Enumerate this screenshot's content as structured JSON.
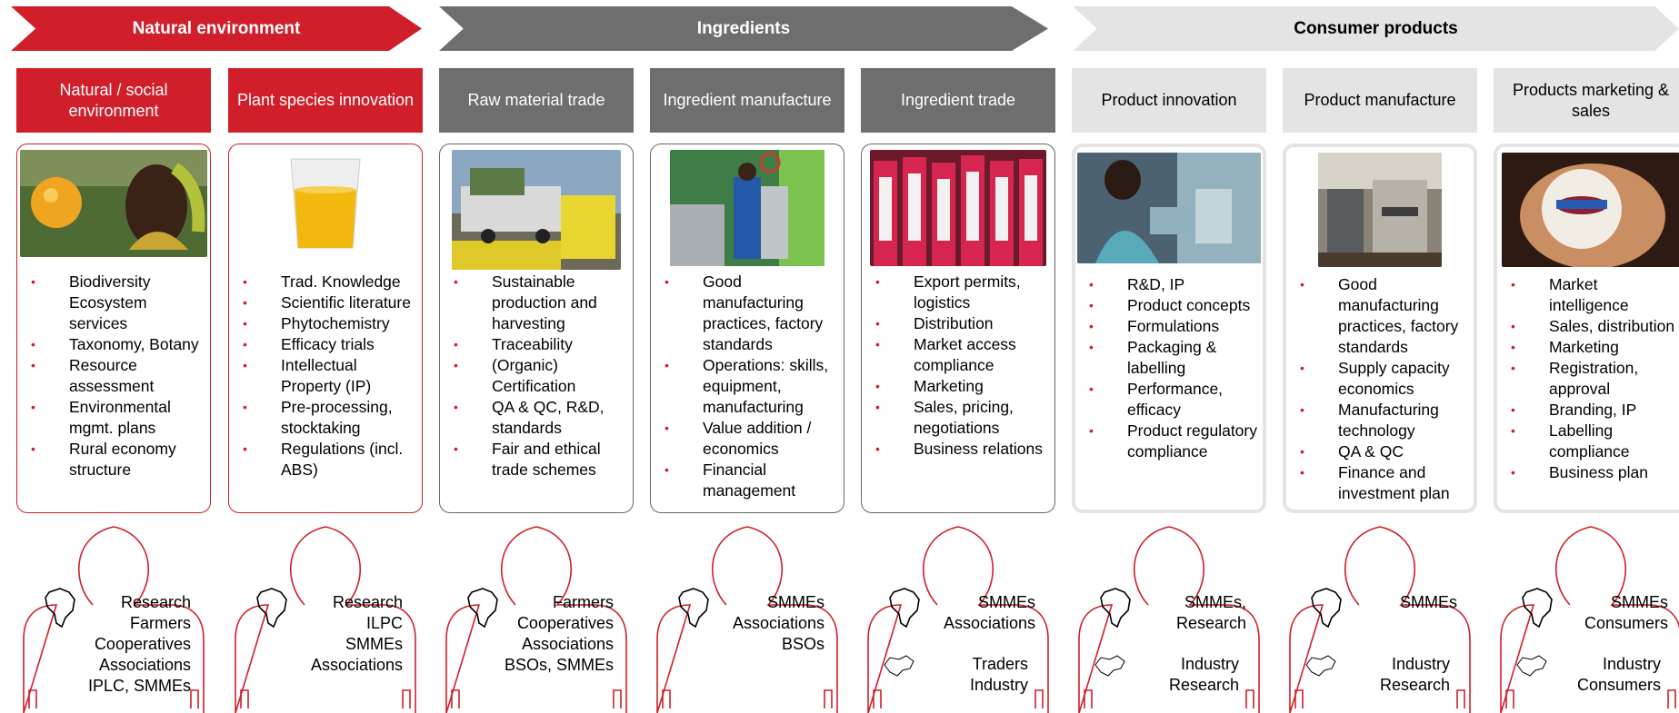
{
  "stages": [
    {
      "label": "Natural environment",
      "color": "#d01f2a"
    },
    {
      "label": "Ingredients",
      "color": "#6e6e6e"
    },
    {
      "label": "Consumer products",
      "color": "#e4e4e4"
    }
  ],
  "columns": [
    {
      "title": "Natural / social environment",
      "style": "red",
      "image": "woman-with-fruit",
      "items": [
        "Biodiversity Ecosystem services",
        "Taxonomy, Botany",
        "Resource assessment",
        "Environmental mgmt. plans",
        "Rural economy structure"
      ],
      "actors_africa": [
        "Research",
        "Farmers",
        "Cooperatives",
        "Associations",
        "IPLC, SMMEs"
      ],
      "actors_europe": []
    },
    {
      "title": "Plant species innovation",
      "style": "red",
      "image": "oil-cup",
      "items": [
        "Trad. Knowledge",
        "Scientific literature",
        "Phytochemistry",
        "Efficacy trials",
        "Intellectual Property (IP)",
        "Pre-processing, stocktaking",
        "Regulations (incl. ABS)"
      ],
      "actors_africa": [
        "Research",
        "ILPC",
        "SMMEs",
        "Associations"
      ],
      "actors_europe": []
    },
    {
      "title": "Raw material trade",
      "style": "grey",
      "image": "truck-crates",
      "items": [
        "Sustainable production and harvesting",
        "Traceability",
        "(Organic) Certification",
        "QA & QC, R&D, standards",
        "Fair and ethical trade schemes"
      ],
      "actors_africa": [
        "Farmers",
        "Cooperatives",
        "Associations",
        "BSOs, SMMEs"
      ],
      "actors_europe": []
    },
    {
      "title": "Ingredient manufacture",
      "style": "grey",
      "image": "factory-worker",
      "items": [
        "Good manufacturing practices, factory standards",
        "Operations: skills, equipment, manufacturing",
        "Value addition / economics",
        "Financial management"
      ],
      "actors_africa": [
        "SMMEs",
        "Associations",
        "BSOs"
      ],
      "actors_europe": []
    },
    {
      "title": "Ingredient trade",
      "style": "grey",
      "image": "binders",
      "items": [
        "Export permits, logistics",
        "Distribution",
        "Market access compliance",
        "Marketing",
        "Sales, pricing, negotiations",
        "Business relations"
      ],
      "actors_africa": [
        "SMMEs",
        "Associations"
      ],
      "actors_europe": [
        "Traders",
        "Industry"
      ]
    },
    {
      "title": "Product innovation",
      "style": "light",
      "image": "lab-researcher",
      "items": [
        "R&D, IP",
        "Product concepts",
        "Formulations",
        "Packaging & labelling",
        "Performance, efficacy",
        "Product regulatory compliance"
      ],
      "actors_africa": [
        "SMMEs,",
        "Research"
      ],
      "actors_europe": [
        "Industry",
        "Research"
      ]
    },
    {
      "title": "Product manufacture",
      "style": "light",
      "image": "production-line",
      "items": [
        "Good manufacturing practices, factory standards",
        "Supply capacity economics",
        "Manufacturing technology",
        "QA & QC",
        "Finance and investment plan"
      ],
      "actors_africa": [
        "SMMEs"
      ],
      "actors_europe": [
        "Industry",
        "Research"
      ]
    },
    {
      "title": "Products marketing & sales",
      "style": "light",
      "image": "product-jar",
      "items": [
        "Market intelligence",
        "Sales, distribution",
        "Marketing",
        "Registration, approval",
        "Branding, IP",
        "Labelling compliance",
        "Business plan"
      ],
      "actors_africa": [
        "SMMEs",
        "Consumers"
      ],
      "actors_europe": [
        "Industry",
        "Consumers"
      ]
    }
  ],
  "icons": {
    "africa": "africa-map-icon",
    "europe": "europe-map-icon",
    "bullet": "red-bullet"
  }
}
